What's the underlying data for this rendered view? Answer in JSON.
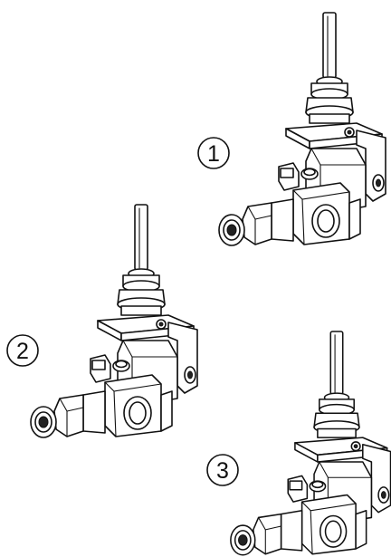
{
  "figure": {
    "valves": [
      {
        "callout": "1"
      },
      {
        "callout": "2"
      },
      {
        "callout": "3"
      }
    ]
  }
}
